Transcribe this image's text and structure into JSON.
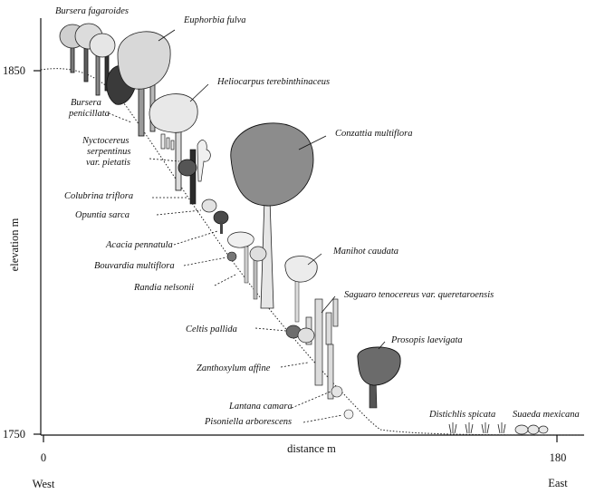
{
  "axes": {
    "y_label": "elevation m",
    "x_label": "distance m",
    "y_ticks": [
      "1850",
      "1750"
    ],
    "x_ticks": [
      "0",
      "180"
    ],
    "x_left_direction": "West",
    "x_right_direction": "East"
  },
  "species_labels": {
    "bursera_fagaroides": "Bursera fagaroides",
    "euphorbia_fulva": "Euphorbia fulva",
    "heliocarpus": "Heliocarpus terebinthinaceus",
    "bursera_penicillata_1": "Bursera",
    "bursera_penicillata_2": "penicillata",
    "nyctocereus_1": "Nyctocereus",
    "nyctocereus_2": "serpentinus",
    "nyctocereus_3": "var. pietatis",
    "conzattia": "Conzattia multiflora",
    "colubrina": "Colubrina triflora",
    "opuntia": "Opuntia sarca",
    "acacia": "Acacia pennatula",
    "bouvardia": "Bouvardia multiflora",
    "manihot": "Manihot caudata",
    "randia": "Randia nelsonii",
    "saguaro": "Saguaro tenocereus var. queretaroensis",
    "celtis": "Celtis pallida",
    "prosopis": "Prosopis laevigata",
    "zanthoxylum": "Zanthoxylum affine",
    "lantana": "Lantana camara",
    "pisoniella": "Pisoniella arborescens",
    "distichlis": "Distichlis spicata",
    "suaeda": "Suaeda mexicana"
  }
}
